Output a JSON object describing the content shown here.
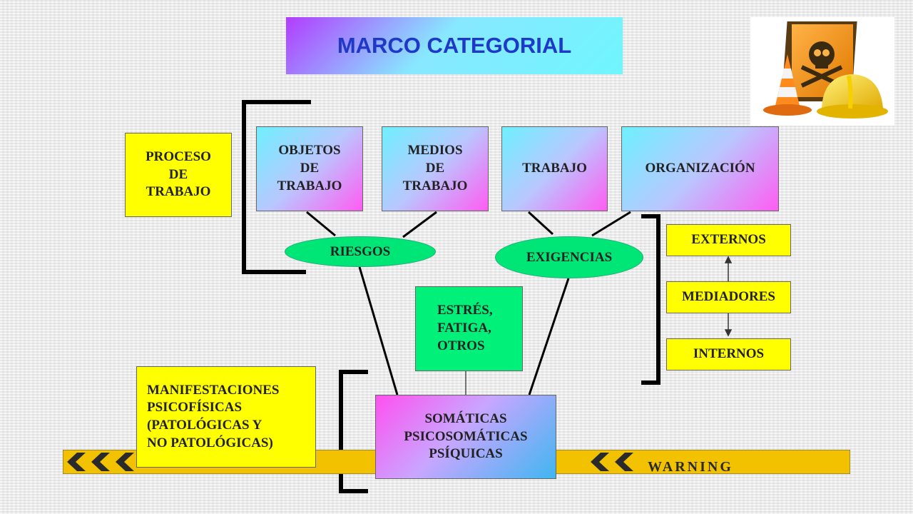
{
  "title": "MARCO CATEGORIAL",
  "proceso": "PROCESO\nDE\nTRABAJO",
  "categories": {
    "objetos": "OBJETOS\nDE\nTRABAJO",
    "medios": "MEDIOS\nDE\nTRABAJO",
    "trabajo": "TRABAJO",
    "organizacion": "ORGANIZACIÓN"
  },
  "riesgos": "RIESGOS",
  "exigencias": "EXIGENCIAS",
  "estres": "ESTRÉS,\nFATIGA,\nOTROS",
  "factors": {
    "externos": "EXTERNOS",
    "mediadores": "MEDIADORES",
    "internos": "INTERNOS"
  },
  "manifestaciones": "MANIFESTACIONES\nPSICOFÍSICAS\n(PATOLÓGICAS Y\nNO PATOLÓGICAS)",
  "somaticas": "SOMÁTICAS\nPSICOSOMÁTICAS\nPSÍQUICAS",
  "tape": {
    "warning": "WARNING"
  },
  "icons": {
    "hazard": "hazard-skull-cone-helmet-icon"
  },
  "colors": {
    "yellow": "#ffff00",
    "green": "#00f07a",
    "title_text": "#1e38c8"
  }
}
